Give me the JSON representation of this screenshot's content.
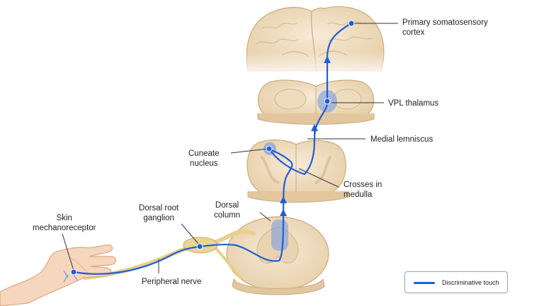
{
  "labels": {
    "skin_receptor": [
      "Skin",
      "mechanoreceptor"
    ],
    "dorsal_root_ganglion": [
      "Dorsal root",
      "ganglion"
    ],
    "peripheral_nerve": "Peripheral nerve",
    "dorsal_column": [
      "Dorsal",
      "column"
    ],
    "cuneate_nucleus": [
      "Cuneate",
      "nucleus"
    ],
    "crosses_in_medulla": [
      "Crosses in",
      "medulla"
    ],
    "medial_lemniscus": "Medial lemniscus",
    "vpl_thalamus": "VPL thalamus",
    "somatosensory_cortex": [
      "Primary somatosensory",
      "cortex"
    ]
  },
  "legend": {
    "pathway_label": "Discriminative touch"
  },
  "colors": {
    "pathway": "#1f5fd6",
    "tissue": "#f2e2c8",
    "tissue_outline": "#c8ab80",
    "highlight": "#7f9fe0",
    "nerve": "#e8d08a"
  }
}
